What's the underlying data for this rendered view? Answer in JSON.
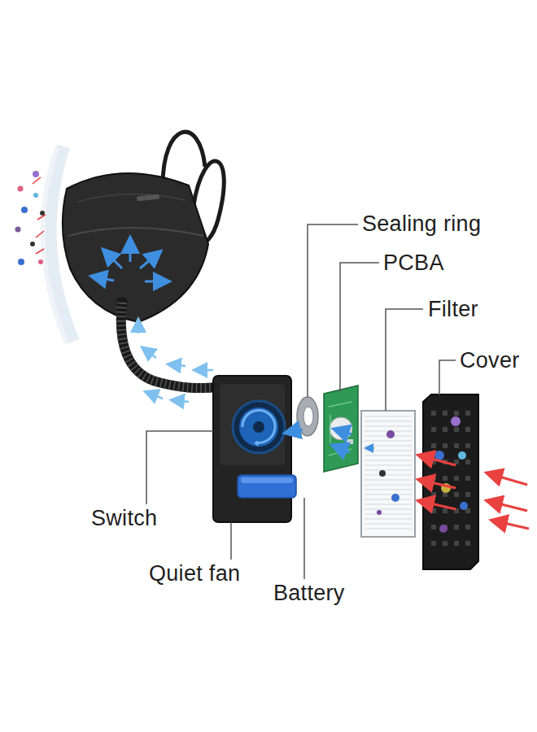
{
  "diagram": {
    "labels": [
      "Sealing ring",
      "PCBA",
      "Filter",
      "Cover",
      "Switch",
      "Quiet fan",
      "Battery"
    ]
  }
}
